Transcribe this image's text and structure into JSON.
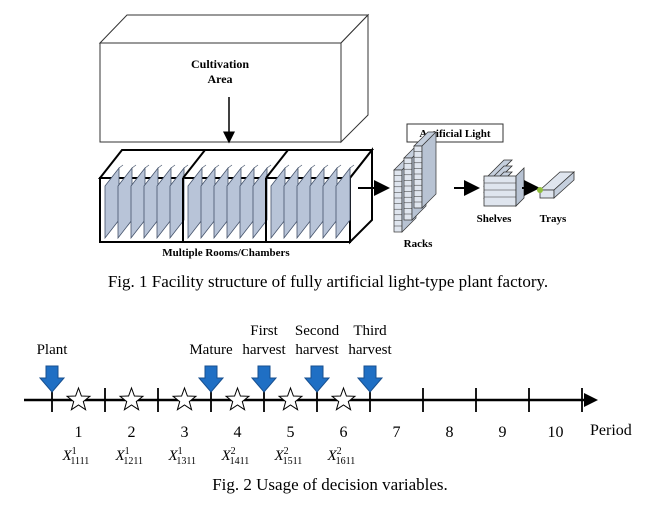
{
  "figure1": {
    "cultivation_area": [
      "Cultivation",
      "Area"
    ],
    "rooms_label": "Multiple Rooms/Chambers",
    "artificial_light": "Artificial Light",
    "racks": "Racks",
    "shelves": "Shelves",
    "trays": "Trays",
    "caption": "Fig. 1 Facility structure of fully artificial light-type plant factory."
  },
  "figure2": {
    "axis_label": "Period",
    "periods": [
      "1",
      "2",
      "3",
      "4",
      "5",
      "6",
      "7",
      "8",
      "9",
      "10"
    ],
    "variables": [
      {
        "base": "X",
        "sup": "1",
        "sub": "1111"
      },
      {
        "base": "X",
        "sup": "1",
        "sub": "1211"
      },
      {
        "base": "X",
        "sup": "1",
        "sub": "1311"
      },
      {
        "base": "X",
        "sup": "2",
        "sub": "1411"
      },
      {
        "base": "X",
        "sup": "2",
        "sub": "1511"
      },
      {
        "base": "X",
        "sup": "2",
        "sub": "1611"
      }
    ],
    "events": [
      {
        "lines": [
          "Plant"
        ],
        "boundary": 0
      },
      {
        "lines": [
          "Mature"
        ],
        "boundary": 3
      },
      {
        "lines": [
          "First",
          "harvest"
        ],
        "boundary": 4
      },
      {
        "lines": [
          "Second",
          "harvest"
        ],
        "boundary": 5
      },
      {
        "lines": [
          "Third",
          "harvest"
        ],
        "boundary": 6
      }
    ],
    "caption": "Fig. 2 Usage of decision variables.",
    "colors": {
      "arrow": "#1f6fc4",
      "axis": "#000000"
    }
  }
}
